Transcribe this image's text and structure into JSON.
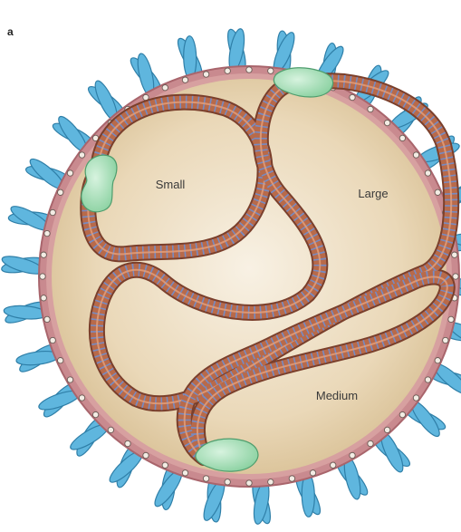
{
  "panel_label": "a",
  "segments": {
    "small": "Small",
    "large": "Large",
    "medium": "Medium"
  },
  "colors": {
    "glycoprotein": "#5fb6de",
    "glycoprotein_outline": "#2f7fa8",
    "envelope": "#c77d86",
    "interior": "#e8d8b8",
    "rnp_strand": "#b86a4a",
    "rnp_stripe": "#6f8fd0",
    "polymerase": "#a8e0b8"
  },
  "icons": {
    "glycoprotein_spike": "petal-pair-icon",
    "polymerase": "polymerase-blob-icon",
    "membrane_protein": "membrane-dot-icon"
  }
}
